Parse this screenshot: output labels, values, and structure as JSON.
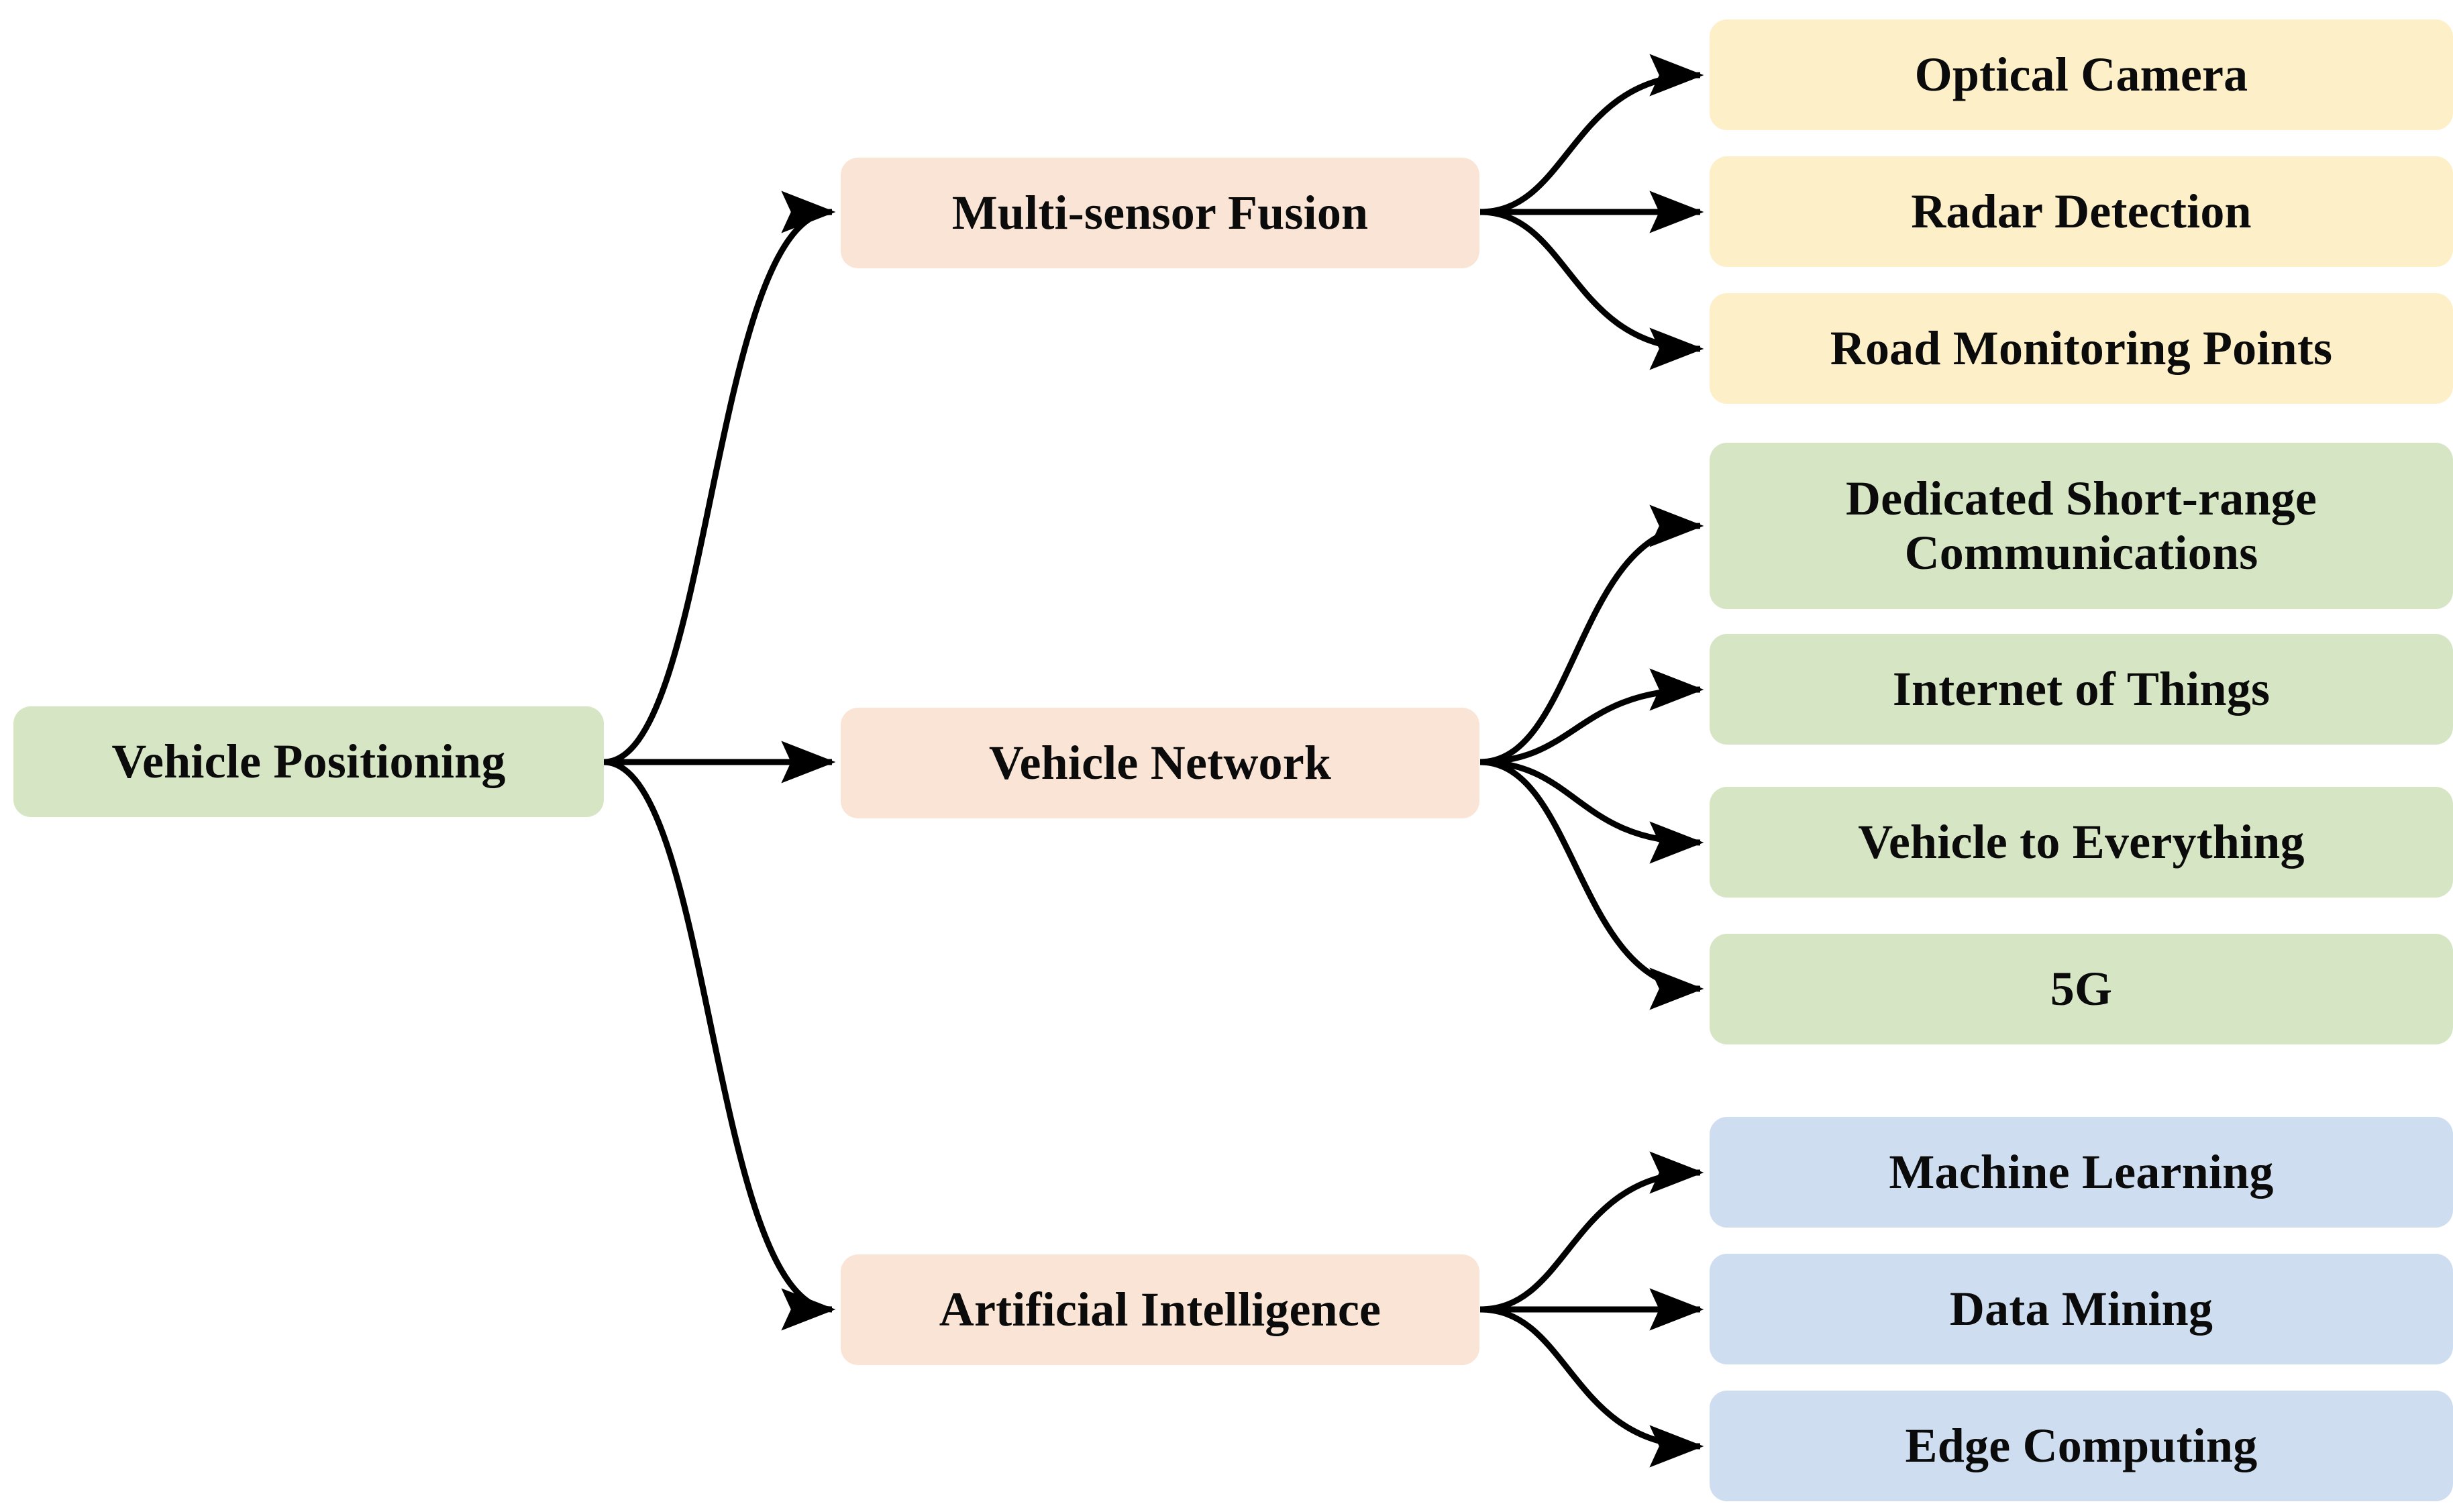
{
  "diagram": {
    "title": "Vehicle Positioning technology taxonomy",
    "type": "horizontal-tree-mindmap",
    "colors": {
      "root_fill": "#d6e6c4",
      "branch_fill": "#fae4d5",
      "leaf_yellow_fill": "#fdefc8",
      "leaf_green_fill": "#d6e6c4",
      "leaf_blue_fill": "#cedef0",
      "edge_stroke": "#000000",
      "text": "#0b0b0b",
      "background": "#ffffff"
    },
    "root": {
      "label": "Vehicle Positioning"
    },
    "branches": [
      {
        "id": "multi-sensor-fusion",
        "label": "Multi-sensor Fusion",
        "leaves": [
          {
            "id": "optical-camera",
            "label": "Optical Camera"
          },
          {
            "id": "radar-detection",
            "label": "Radar Detection"
          },
          {
            "id": "road-monitoring-points",
            "label": "Road Monitoring Points"
          }
        ]
      },
      {
        "id": "vehicle-network",
        "label": "Vehicle Network",
        "leaves": [
          {
            "id": "dsrc",
            "label": "Dedicated Short-range\nCommunications"
          },
          {
            "id": "internet-of-things",
            "label": "Internet of Things"
          },
          {
            "id": "vehicle-to-everything",
            "label": "Vehicle to Everything"
          },
          {
            "id": "five-g",
            "label": "5G"
          }
        ]
      },
      {
        "id": "artificial-intelligence",
        "label": "Artificial Intelligence",
        "leaves": [
          {
            "id": "machine-learning",
            "label": "Machine Learning"
          },
          {
            "id": "data-mining",
            "label": "Data Mining"
          },
          {
            "id": "edge-computing",
            "label": "Edge Computing"
          }
        ]
      }
    ]
  }
}
